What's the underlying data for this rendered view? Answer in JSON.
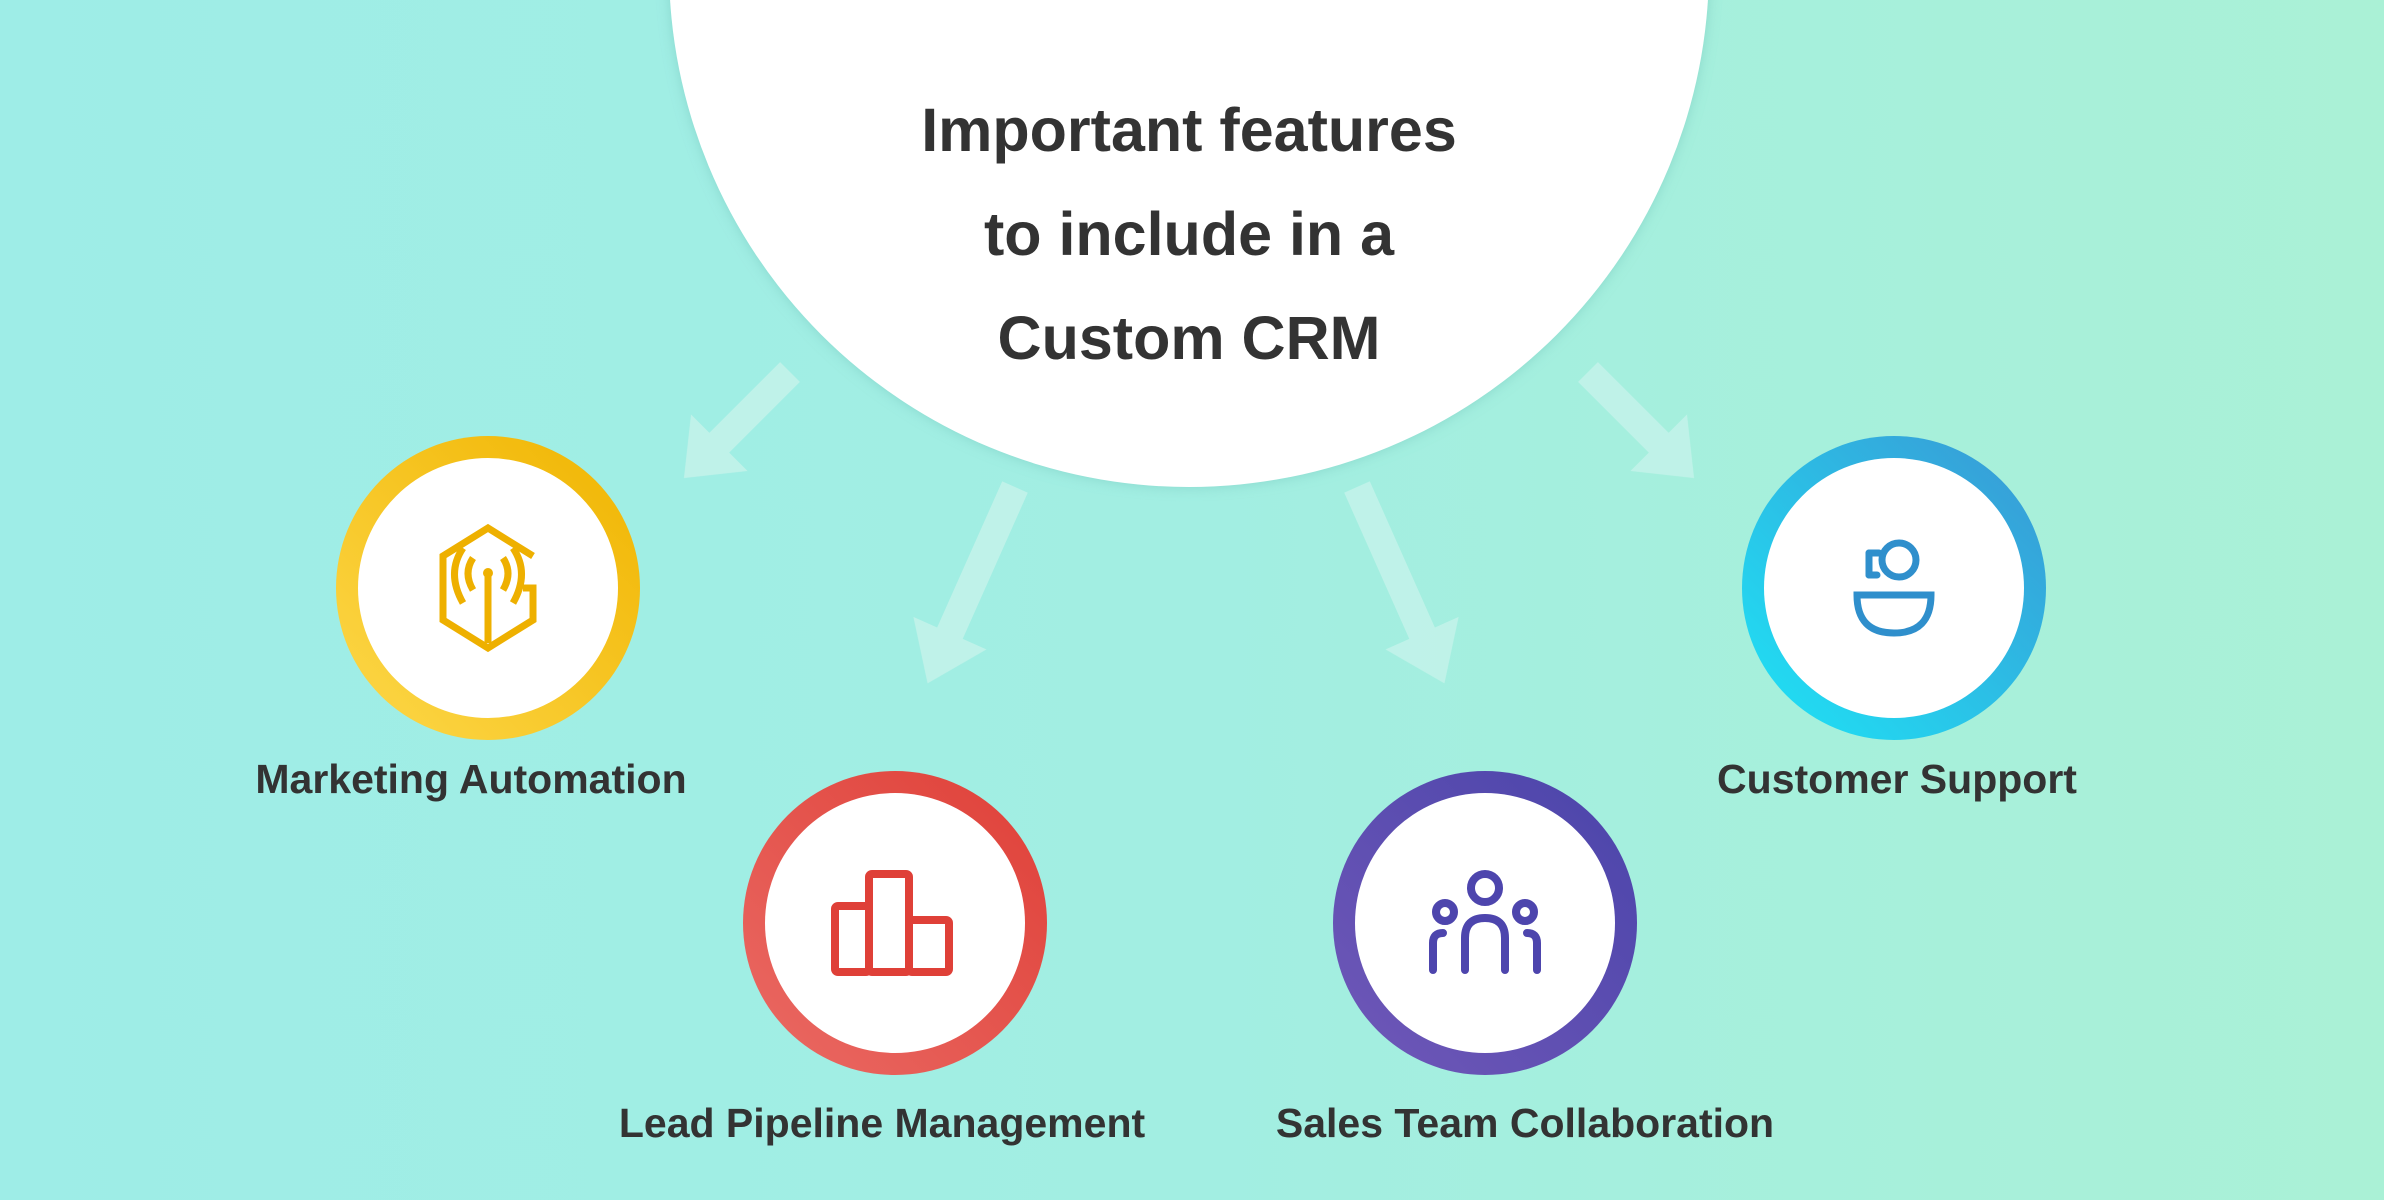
{
  "title": {
    "lines": [
      "Important features",
      "to include in a",
      "Custom CRM"
    ]
  },
  "features": [
    {
      "label": "Marketing Automation",
      "icon": "broadcast-hexagon-icon",
      "color": "#f2b705"
    },
    {
      "label": "Lead Pipeline Management",
      "icon": "bar-chart-icon",
      "color": "#e0463f"
    },
    {
      "label": "Sales Team Collaboration",
      "icon": "team-icon",
      "color": "#5a45b0"
    },
    {
      "label": "Customer Support",
      "icon": "support-agent-icon",
      "color": "#2fa6d9"
    }
  ]
}
